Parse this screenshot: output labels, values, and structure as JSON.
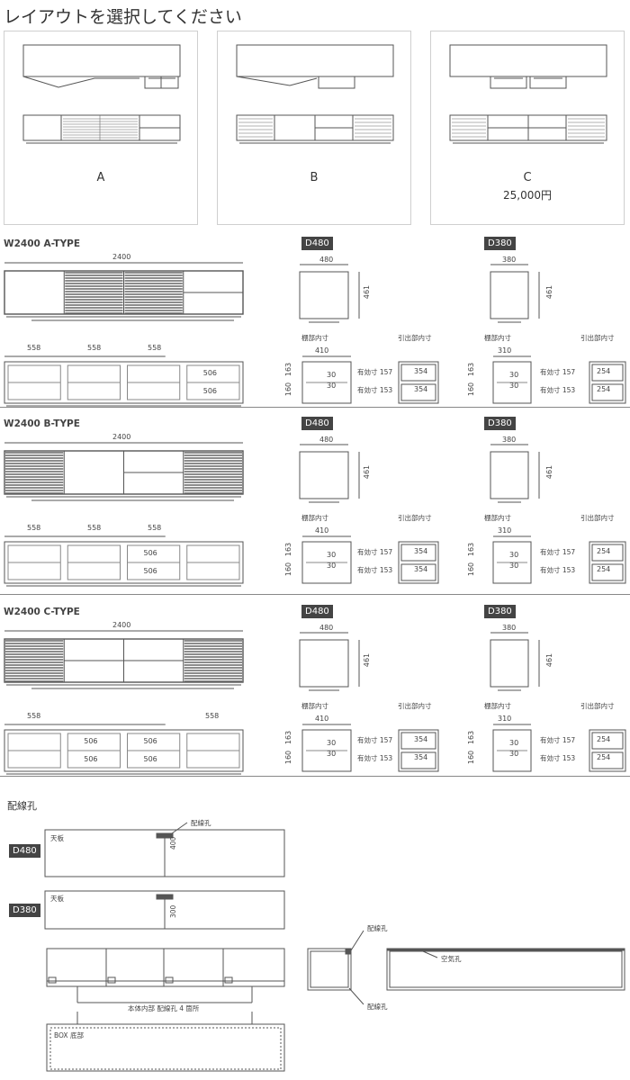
{
  "page_title": "レイアウトを選択してください",
  "layouts": [
    {
      "label": "A",
      "price": ""
    },
    {
      "label": "B",
      "price": ""
    },
    {
      "label": "C",
      "price": "25,000円"
    }
  ],
  "types": [
    {
      "title": "W2400 A-TYPE",
      "width": "2400",
      "inner_widths": [
        "558",
        "558",
        "558"
      ],
      "drawer_width": "506",
      "d480": {
        "badge": "D480",
        "depth": "480",
        "height": "461",
        "shelf_label": "棚部内寸",
        "drawer_label": "引出部内寸",
        "shelf_w": "410",
        "h163": "163",
        "h160": "160",
        "h30a": "30",
        "h30b": "30",
        "eff1": "有効寸 157",
        "eff2": "有効寸 153",
        "dw1": "354",
        "dw2": "354"
      },
      "d380": {
        "badge": "D380",
        "depth": "380",
        "height": "461",
        "shelf_label": "棚部内寸",
        "drawer_label": "引出部内寸",
        "shelf_w": "310",
        "h163": "163",
        "h160": "160",
        "h30a": "30",
        "h30b": "30",
        "eff1": "有効寸 157",
        "eff2": "有効寸 153",
        "dw1": "254",
        "dw2": "254"
      }
    },
    {
      "title": "W2400 B-TYPE",
      "width": "2400",
      "inner_widths": [
        "558",
        "558",
        "558"
      ],
      "drawer_width": "506",
      "d480": {
        "badge": "D480",
        "depth": "480",
        "height": "461",
        "shelf_label": "棚部内寸",
        "drawer_label": "引出部内寸",
        "shelf_w": "410",
        "h163": "163",
        "h160": "160",
        "h30a": "30",
        "h30b": "30",
        "eff1": "有効寸 157",
        "eff2": "有効寸 153",
        "dw1": "354",
        "dw2": "354"
      },
      "d380": {
        "badge": "D380",
        "depth": "380",
        "height": "461",
        "shelf_label": "棚部内寸",
        "drawer_label": "引出部内寸",
        "shelf_w": "310",
        "h163": "163",
        "h160": "160",
        "h30a": "30",
        "h30b": "30",
        "eff1": "有効寸 157",
        "eff2": "有効寸 153",
        "dw1": "254",
        "dw2": "254"
      }
    },
    {
      "title": "W2400 C-TYPE",
      "width": "2400",
      "inner_widths": [
        "558",
        "558"
      ],
      "drawer_width": "506",
      "d480": {
        "badge": "D480",
        "depth": "480",
        "height": "461",
        "shelf_label": "棚部内寸",
        "drawer_label": "引出部内寸",
        "shelf_w": "410",
        "h163": "163",
        "h160": "160",
        "h30a": "30",
        "h30b": "30",
        "eff1": "有効寸 157",
        "eff2": "有効寸 153",
        "dw1": "354",
        "dw2": "354"
      },
      "d380": {
        "badge": "D380",
        "depth": "380",
        "height": "461",
        "shelf_label": "棚部内寸",
        "drawer_label": "引出部内寸",
        "shelf_w": "310",
        "h163": "163",
        "h160": "160",
        "h30a": "30",
        "h30b": "30",
        "eff1": "有効寸 157",
        "eff2": "有効寸 153",
        "dw1": "254",
        "dw2": "254"
      }
    }
  ],
  "wiring": {
    "title": "配線孔",
    "hole_label": "配線孔",
    "top_board": "天板",
    "d480_badge": "D480",
    "d480_depth": "400",
    "d380_badge": "D380",
    "d380_depth": "300",
    "inner_holes": "本体内部 配線孔 4 箇所",
    "box_bottom": "BOX 底部",
    "air_hole": "空気孔",
    "side_hole_top": "配線孔",
    "side_hole_bottom": "配線孔"
  },
  "colors": {
    "line": "#555555",
    "slat": "#5a5a5a",
    "badge": "#444444",
    "border": "#cfcfcf"
  }
}
